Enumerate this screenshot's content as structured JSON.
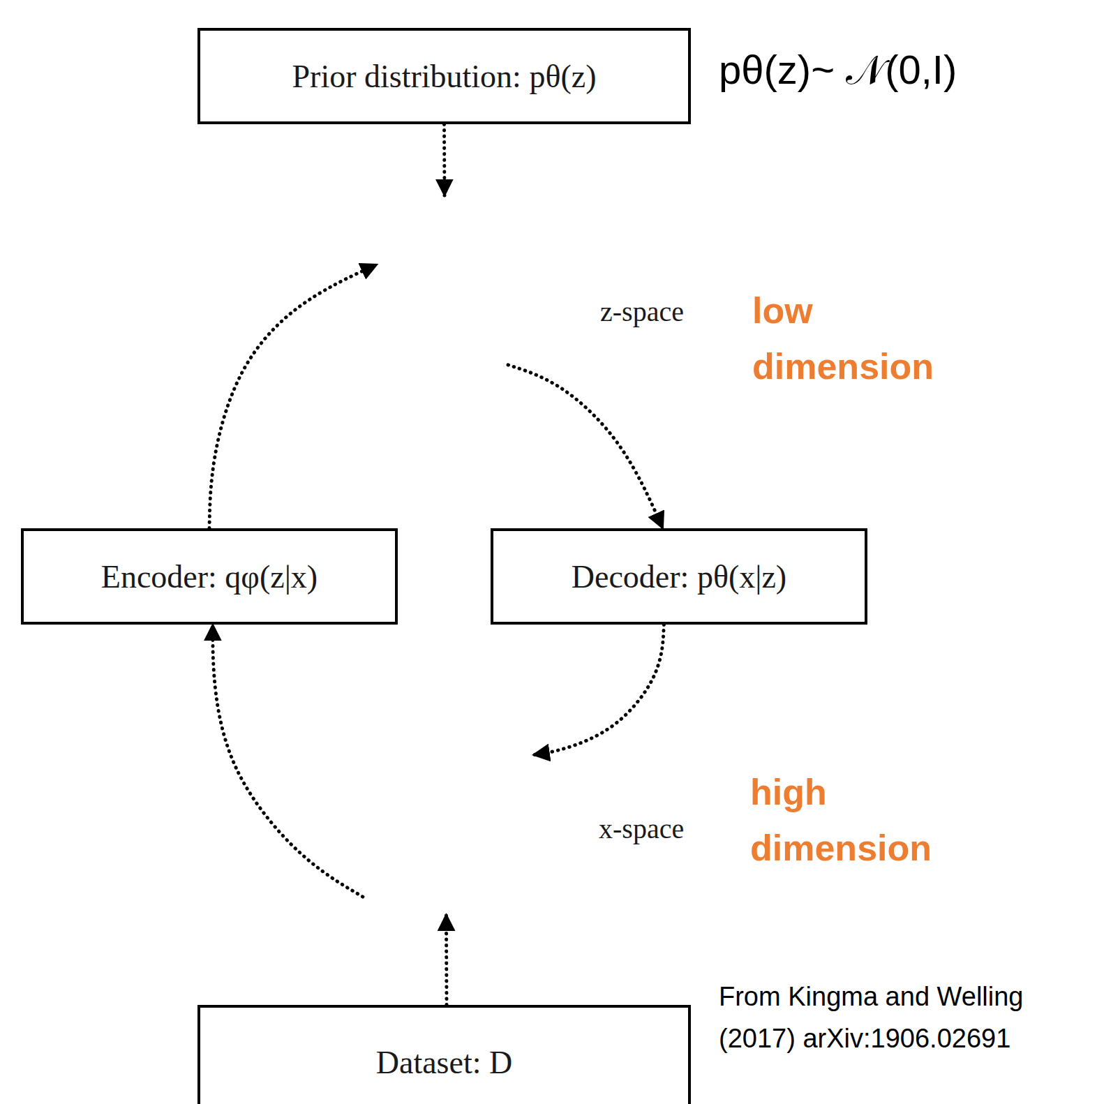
{
  "diagram": {
    "nodes": [
      {
        "text": [
          "Prior distribution: pθ(z)"
        ]
      },
      {
        "text": [
          "z-space"
        ]
      },
      {
        "text": [
          "Encoder: qφ(z|x)"
        ]
      },
      {
        "text": [
          "Decoder: pθ(x|z)"
        ]
      },
      {
        "text": [
          "x-space"
        ]
      },
      {
        "text": [
          "Dataset: D"
        ]
      }
    ],
    "edges": [
      {
        "from": 0,
        "to": 1,
        "arrow": "to"
      },
      {
        "from": 2,
        "to": 1,
        "arrow": "to"
      },
      {
        "from": 1,
        "to": 3,
        "arrow": "to"
      },
      {
        "from": 3,
        "to": 4,
        "arrow": "to"
      },
      {
        "from": 5,
        "to": 4,
        "arrow": "to"
      },
      {
        "from": 4,
        "to": 2,
        "arrow": "to"
      }
    ],
    "labels": [
      "pθ(z)~ 𝒩(0,I)",
      "low dimension",
      "high dimension",
      "From Kingma and Welling (2017) arXiv:1906.02691"
    ]
  }
}
